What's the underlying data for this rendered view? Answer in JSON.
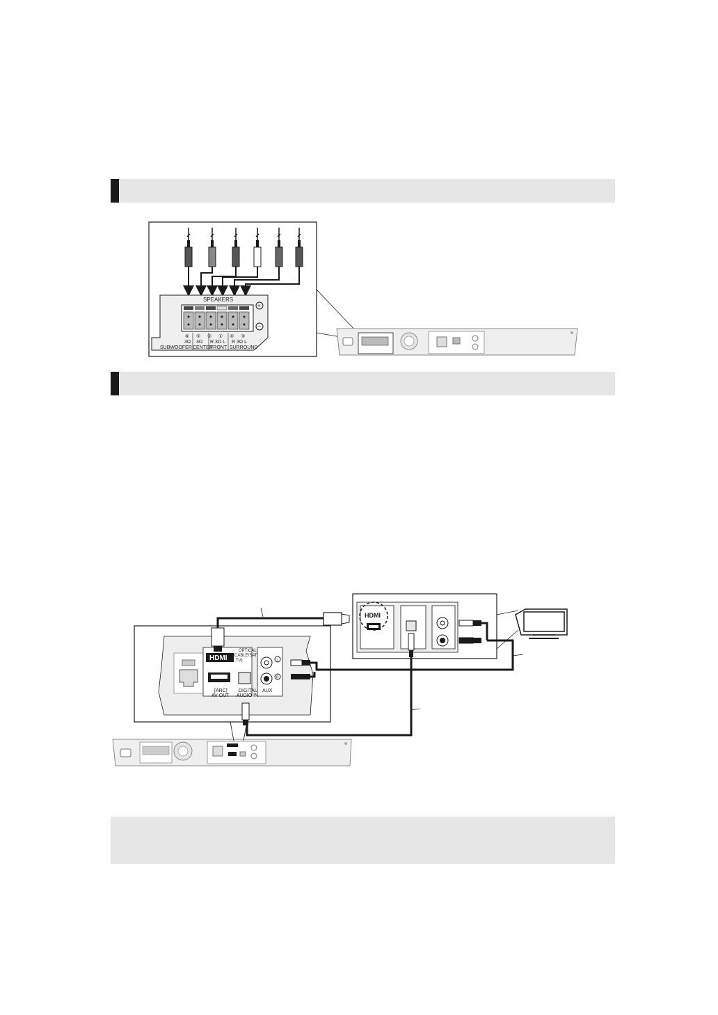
{
  "speaker_panel": {
    "title": "SPEAKERS",
    "channels": [
      {
        "num": "⑥",
        "imp": "3Ω",
        "name": "SUBWOOFER"
      },
      {
        "num": "⑤",
        "imp": "3Ω",
        "name": "CENTER"
      },
      {
        "num": "②",
        "imp": "R 3Ω L",
        "name": "FRONT"
      },
      {
        "num": "①",
        "imp": "",
        "name": ""
      },
      {
        "num": "④",
        "imp": "R 3Ω L",
        "name": "SURROUND"
      },
      {
        "num": "③",
        "imp": "",
        "name": ""
      }
    ],
    "plus": "+",
    "minus": "−"
  },
  "back_panel": {
    "hdmi_logo": "HDMI",
    "hdmi_label_1": "[ARC]",
    "hdmi_label_2": "AV OUT",
    "optical_1": "OPTICAL",
    "optical_2": "(CABLE/SAT/",
    "optical_3": "TV)",
    "digital_1": "DIGITAL",
    "digital_2": "AUDIO IN",
    "aux": "AUX",
    "l": "L",
    "r": "R"
  },
  "tv_panel": {
    "hdmi_logo": "HDMI"
  }
}
